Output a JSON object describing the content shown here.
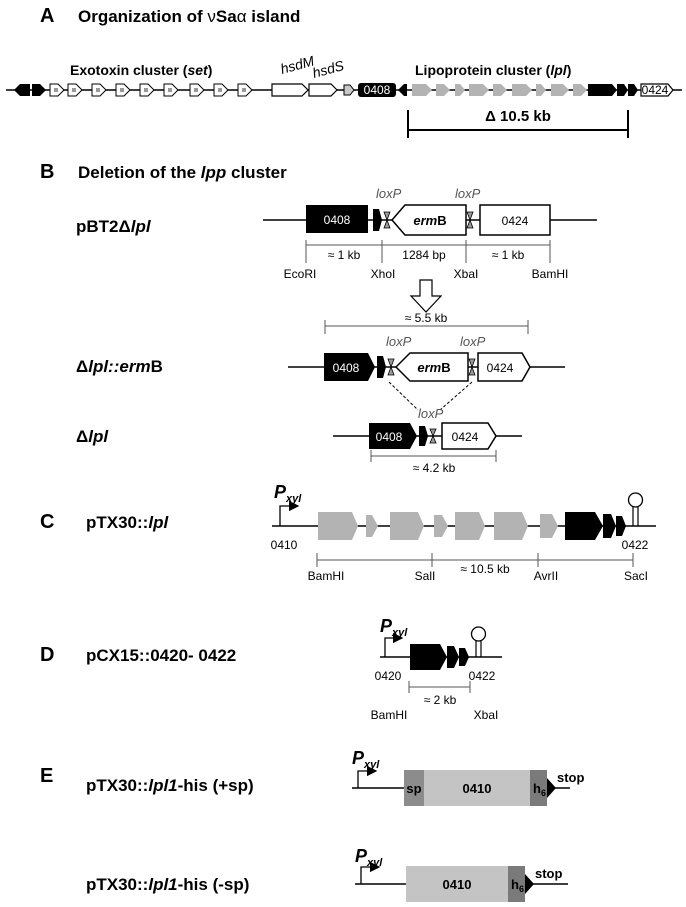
{
  "panels": {
    "A": {
      "letter": "A",
      "title_pre": "Organization of ",
      "title_nu": "ν",
      "title_mid": "Sa",
      "title_alpha": "α",
      "title_post": " island",
      "exo_pre": "Exotoxin cluster (",
      "exo_it": "set",
      "exo_post": ")",
      "hsdM": "hsdM",
      "hsdS": "hsdS",
      "gene_0408": "0408",
      "lpo_pre": "Lipoprotein cluster (",
      "lpo_it": "lpl",
      "lpo_post": ")",
      "gene_0424": "0424",
      "delta": "Δ  10.5 kb"
    },
    "B": {
      "letter": "B",
      "title_pre": "Deletion of the ",
      "title_it": "lpp",
      "title_post": " cluster",
      "c1_pre": "pBT2Δ",
      "c1_it": "lpl",
      "loxP": "loxP",
      "gene_0408": "0408",
      "gene_0424": "0424",
      "erm_it": "erm",
      "erm_b": "B",
      "dist1": "≈ 1 kb",
      "dist2": "1284 bp",
      "dist3": "≈ 1 kb",
      "ecori": "EcoRI",
      "xhoi": "XhoI",
      "xbai": "XbaI",
      "bamhi": "BamHI",
      "span55": "≈ 5.5 kb",
      "c2_pre": "Δ",
      "c2_it1": "lpl::erm",
      "c2_post": "B",
      "c3_pre": "Δ",
      "c3_it": "lpl",
      "span42": "≈ 4.2 kb"
    },
    "C": {
      "letter": "C",
      "c_pre": "pTX30::",
      "c_it": "lpl",
      "p": "P",
      "psub": "xyl",
      "n0410": "0410",
      "n0422": "0422",
      "bamhi": "BamHI",
      "sali": "SalI",
      "span": "≈ 10.5 kb",
      "avrii": "AvrII",
      "saci": "SacI"
    },
    "D": {
      "letter": "D",
      "c_text": "pCX15::0420- 0422",
      "p": "P",
      "psub": "xyl",
      "n0420": "0420",
      "n0422": "0422",
      "span": "≈ 2 kb",
      "bamhi": "BamHI",
      "xbai": "XbaI"
    },
    "E": {
      "letter": "E",
      "c1_pre": "pTX30::",
      "c1_it": "lpl1",
      "c1_post": "-his (+sp)",
      "c2_pre": "pTX30::",
      "c2_it": "lpl1",
      "c2_post": "-his (-sp)",
      "p": "P",
      "psub": "xyl",
      "sp": "sp",
      "gene": "0410",
      "h": "h",
      "hsub": "6",
      "stop": "stop"
    }
  },
  "colors": {
    "black": "#000000",
    "gray_gene": "#b3b3b3",
    "light_gene": "#c8c8c8",
    "sp_box": "#8c8c8c",
    "h6_box": "#7a7a7a",
    "loxP": "#808080"
  }
}
